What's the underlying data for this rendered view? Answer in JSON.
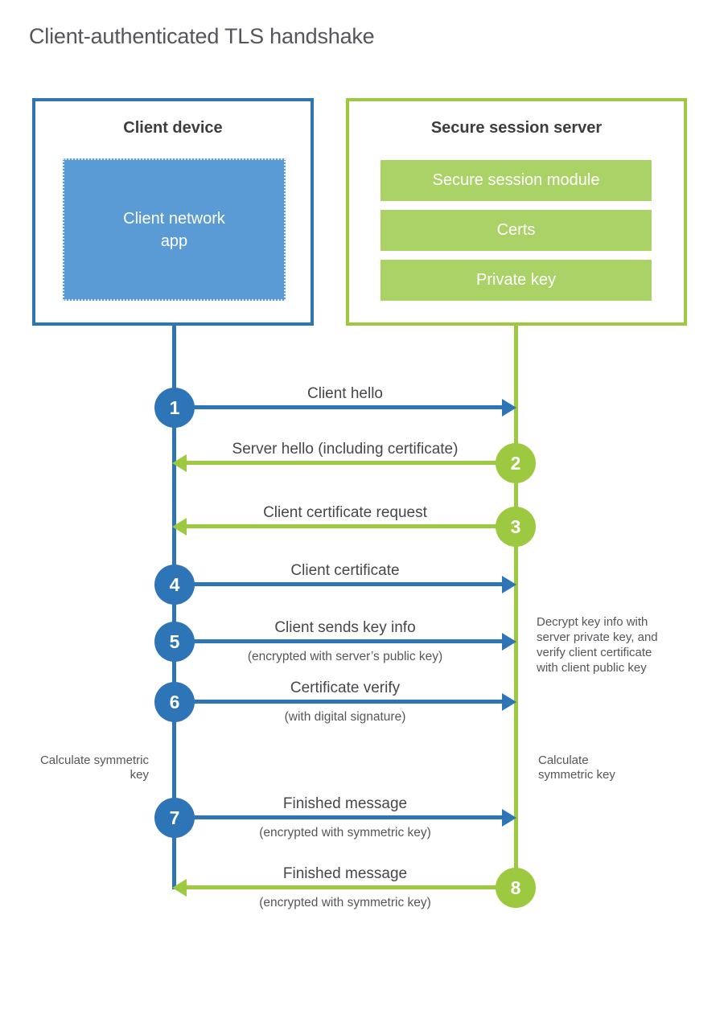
{
  "title": "Client-authenticated TLS handshake",
  "colors": {
    "blue": "#2e75b8",
    "blue_fill": "#5b9bd5",
    "green": "#9cc93f",
    "green_fill": "#aad266",
    "title_gray": "#55565b",
    "heading": "#3c3d3f",
    "label": "#46474a",
    "sub": "#55565a"
  },
  "client": {
    "title": "Client device",
    "app_label": "Client network app"
  },
  "server": {
    "title": "Secure session server",
    "modules": [
      "Secure session module",
      "Certs",
      "Private key"
    ]
  },
  "messages": [
    {
      "num": "1",
      "label": "Client hello",
      "sub": "",
      "direction": "client-to-server"
    },
    {
      "num": "2",
      "label": "Server hello (including certificate)",
      "sub": "",
      "direction": "server-to-client"
    },
    {
      "num": "3",
      "label": "Client certificate request",
      "sub": "",
      "direction": "server-to-client"
    },
    {
      "num": "4",
      "label": "Client certificate",
      "sub": "",
      "direction": "client-to-server"
    },
    {
      "num": "5",
      "label": "Client sends key info",
      "sub": "(encrypted with server’s public key)",
      "direction": "client-to-server"
    },
    {
      "num": "6",
      "label": "Certificate verify",
      "sub": "(with digital signature)",
      "direction": "client-to-server"
    },
    {
      "num": "7",
      "label": "Finished message",
      "sub": "(encrypted with symmetric key)",
      "direction": "client-to-server"
    },
    {
      "num": "8",
      "label": "Finished message",
      "sub": "(encrypted with symmetric key)",
      "direction": "server-to-client"
    }
  ],
  "notes": {
    "server_note": "Decrypt key info with server private key, and verify client certificate with client public key",
    "calc_left": "Calculate symmetric key",
    "calc_right": "Calculate symmetric key"
  }
}
